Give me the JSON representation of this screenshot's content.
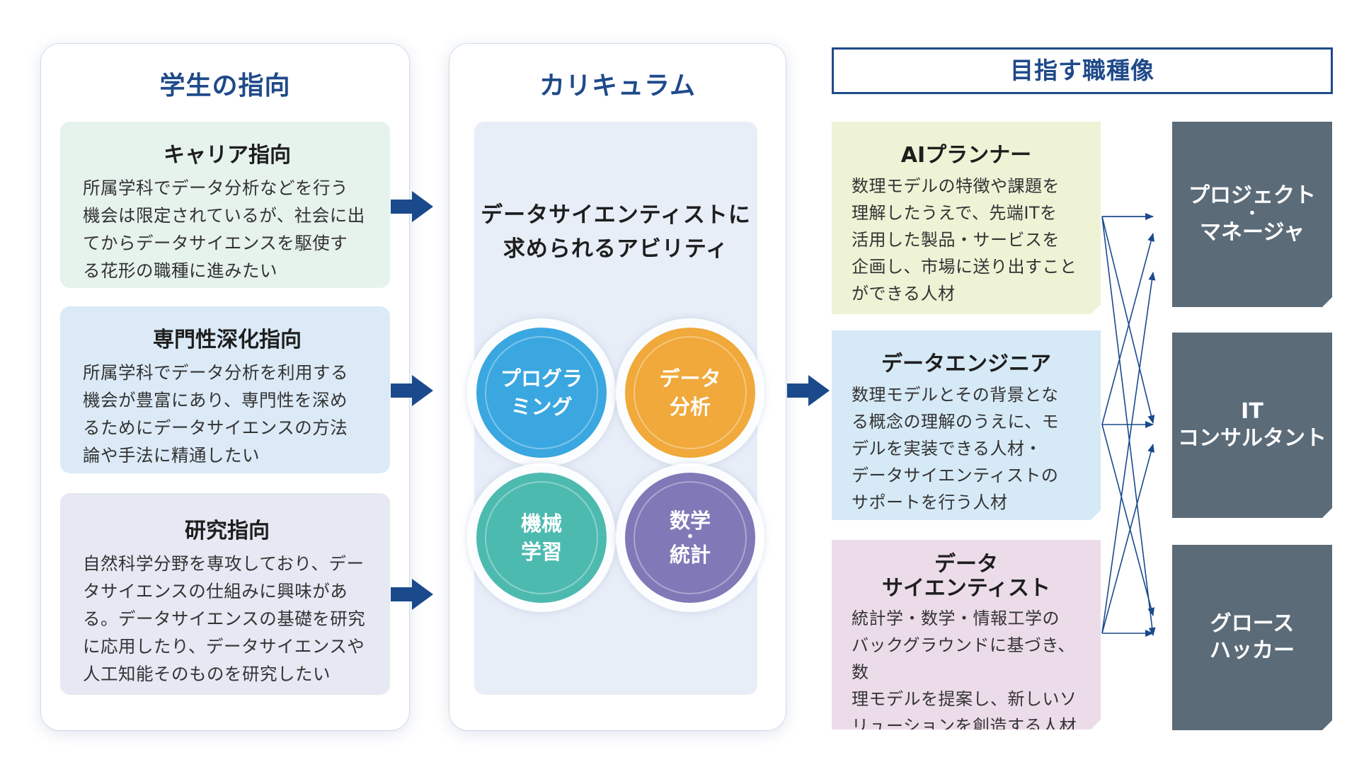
{
  "students": {
    "title": "学生の指向",
    "cards": [
      {
        "title": "キャリア指向",
        "lines": [
          "所属学科でデータ分析などを行う",
          "機会は限定されているが、社会に出",
          "てからデータサイエンスを駆使す",
          "る花形の職種に進みたい"
        ],
        "bg": "#e6f2ec"
      },
      {
        "title": "専門性深化指向",
        "lines": [
          "所属学科でデータ分析を利用する",
          "機会が豊富にあり、専門性を深め",
          "るためにデータサイエンスの方法",
          "論や手法に精通したい"
        ],
        "bg": "#dbeaf6"
      },
      {
        "title": "研究指向",
        "lines": [
          "自然科学分野を専攻しており、デー",
          "タサイエンスの仕組みに興味があ",
          "る。データサイエンスの基礎を研究",
          "に応用したり、データサイエンスや",
          "人工知能そのものを研究したい"
        ],
        "bg": "#e6e8f3"
      }
    ]
  },
  "curriculum": {
    "title": "カリキュラム",
    "lines": [
      "データサイエンティストに",
      "求められるアビリティ"
    ],
    "circles": [
      {
        "lines": [
          "プログラ",
          "ミング"
        ],
        "color": "#3aa7e0",
        "ring": "#2d98d3"
      },
      {
        "lines": [
          "データ",
          "分析"
        ],
        "color": "#f0a93a",
        "ring": "#e39a2a"
      },
      {
        "lines": [
          "機械",
          "学習"
        ],
        "color": "#4dbab0",
        "ring": "#3dab9f"
      },
      {
        "lines": [
          "数学",
          "・",
          "統計"
        ],
        "color": "#7f79b7",
        "ring": "#716ba9"
      }
    ]
  },
  "goals": {
    "title": "目指す職種像",
    "roles": [
      {
        "title_lines": [
          "AIプランナー"
        ],
        "lines": [
          "数理モデルの特徴や課題を",
          "理解したうえで、先端ITを",
          "活用した製品・サービスを",
          "企画し、市場に送り出すこと",
          "ができる人材"
        ],
        "bg": "#eef3d6"
      },
      {
        "title_lines": [
          "データエンジニア"
        ],
        "lines": [
          "数理モデルとその背景とな",
          "る概念の理解のうえに、モ",
          "デルを実装できる人材・",
          "データサイエンティストの",
          "サポートを行う人材"
        ],
        "bg": "#d6e9f6"
      },
      {
        "title_lines": [
          "データ",
          "サイエンティスト"
        ],
        "lines": [
          "統計学・数学・情報工学の",
          "バックグラウンドに基づき、数",
          "理モデルを提案し、新しいソ",
          "リューションを創造する人材"
        ],
        "bg": "#ecdcea"
      }
    ],
    "jobs": [
      {
        "lines": [
          "プロジェクト",
          "・",
          "マネージャ"
        ]
      },
      {
        "lines": [
          "IT",
          "コンサルタント"
        ]
      },
      {
        "lines": [
          "グロース",
          "ハッカー"
        ]
      }
    ]
  },
  "colors": {
    "accent": "#1f4a8a",
    "arrow": "#1a4a8c",
    "job_bg": "#5b6b78"
  }
}
